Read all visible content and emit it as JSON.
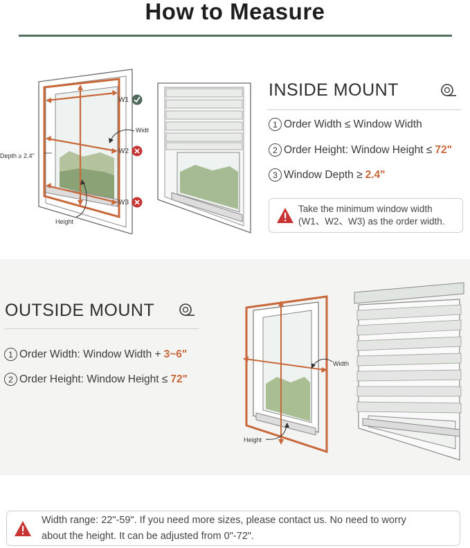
{
  "title": "How to Measure",
  "inside": {
    "heading": "INSIDE MOUNT",
    "rules": [
      {
        "num": "1",
        "text": "Order Width ≤ Window Width",
        "accent": ""
      },
      {
        "num": "2",
        "text": "Order Height: Window Height ≤",
        "accent": "72\""
      },
      {
        "num": "3",
        "text": "Window Depth ≥",
        "accent": "2.4\""
      }
    ],
    "note": {
      "line1": "Take the minimum window width",
      "line2": "(W1、W2、W3)  as the order width."
    },
    "diagram": {
      "w1": "W1",
      "w2": "W2",
      "w3": "W3",
      "width": "Width",
      "height": "Height",
      "depth": "Depth ≥ 2.4\""
    }
  },
  "outside": {
    "heading": "OUTSIDE MOUNT",
    "rules": [
      {
        "num": "1",
        "text": "Order Width: Window Width +",
        "accent": "3~6\""
      },
      {
        "num": "2",
        "text": "Order Height: Window Height ≤",
        "accent": "72\""
      }
    ],
    "diagram": {
      "width": "Width",
      "height": "Height"
    }
  },
  "bottom_note": {
    "line1": "Width range: 22\"-59\". If you need more sizes, please contact us. No need to worry",
    "line2": "about the height. It can be adjusted from 0\"-72\"."
  },
  "colors": {
    "accent": "#c8683a",
    "rule": "#52705f",
    "warning": "#c83434",
    "check": "#4f6a5a"
  },
  "icons": [
    "zoom-measure-icon",
    "warning-triangle-icon",
    "check-circle-icon",
    "x-circle-icon"
  ]
}
